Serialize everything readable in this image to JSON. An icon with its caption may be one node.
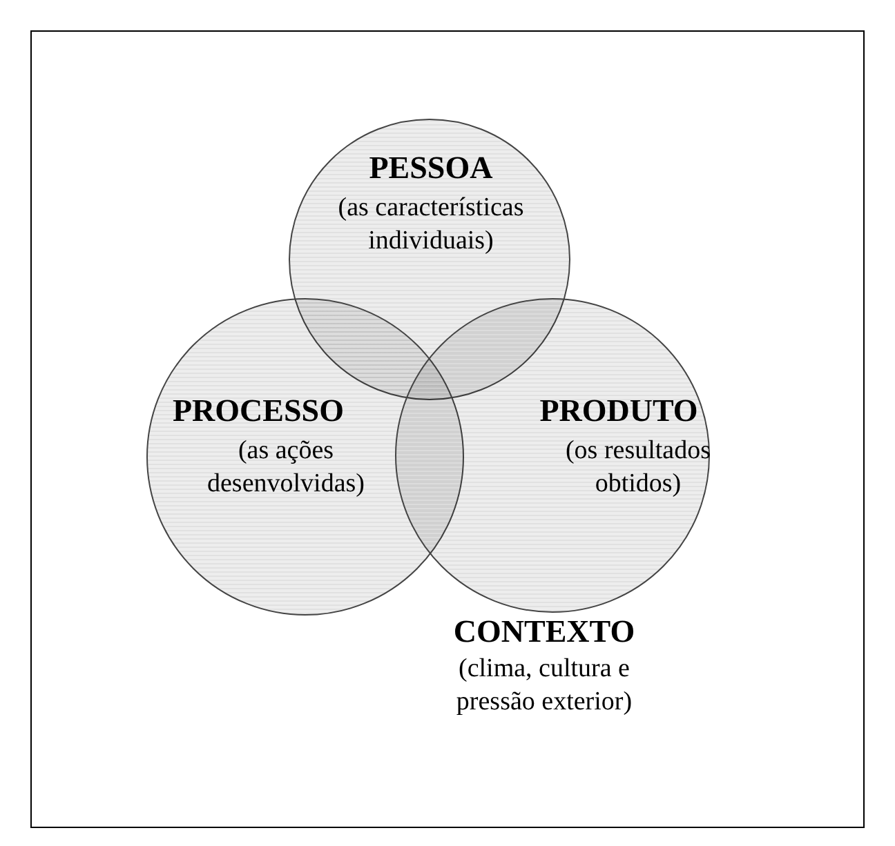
{
  "diagram": {
    "nodes": [
      {
        "text": [
          "CONTEXTO",
          "(clima, cultura e pressão exterior)"
        ]
      },
      {
        "text": [
          "PESSOA",
          "(as características individuais)"
        ],
        "in": 0
      },
      {
        "text": [
          "PROCESSO",
          "(as ações desenvolvidas)"
        ],
        "in": 0
      },
      {
        "text": [
          "PRODUTO",
          "(os resultados obtidos)"
        ],
        "in": 0
      }
    ]
  }
}
